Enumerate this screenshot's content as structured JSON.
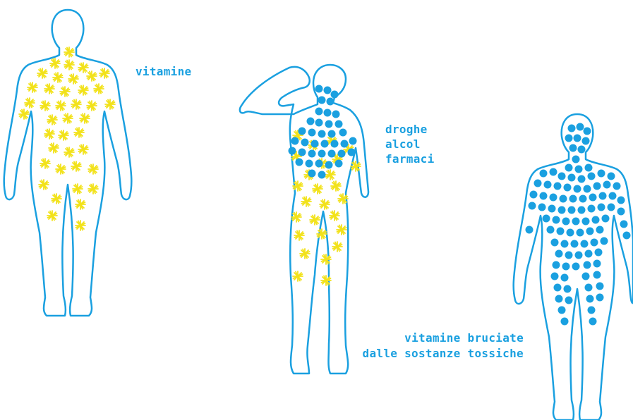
{
  "colors": {
    "outline": "#1aa0e0",
    "vitamin": "#f2e21a",
    "toxin": "#1aa0e0",
    "background": "#ffffff"
  },
  "labels": {
    "vitamins": "vitamine",
    "substances": [
      "droghe",
      "alcol",
      "farmaci"
    ],
    "burned": [
      "vitamine bruciate",
      "dalle sostanze tossiche"
    ]
  }
}
